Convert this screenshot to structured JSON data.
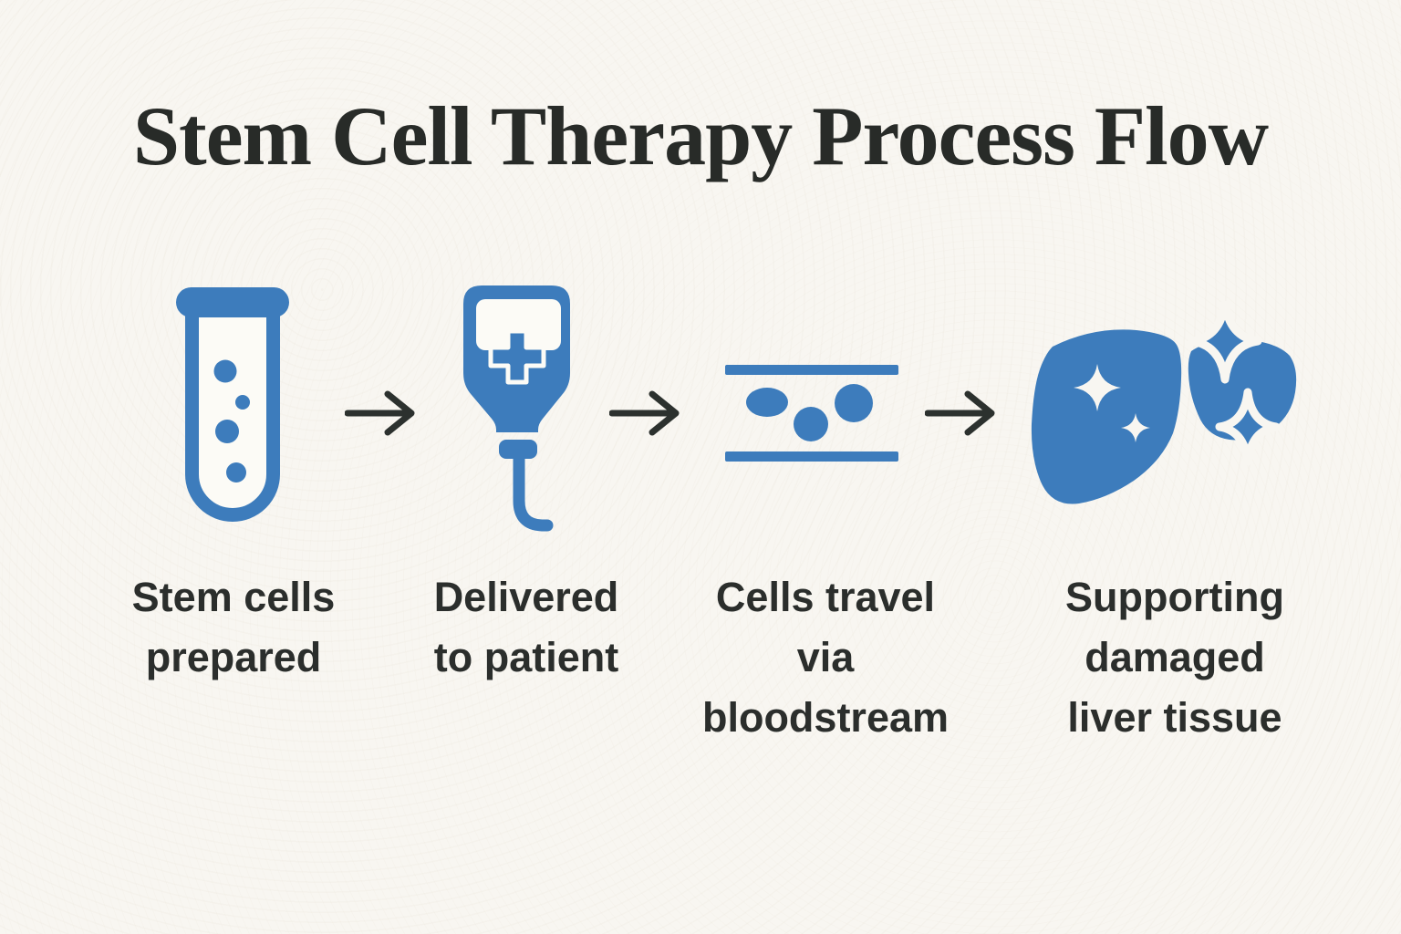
{
  "title": "Stem Cell Therapy Process Flow",
  "colors": {
    "background": "#f8f6f1",
    "accent_blue": "#3d7cbc",
    "title_text": "#282b28",
    "label_text": "#2b2e2c",
    "arrow": "#2c312e"
  },
  "steps": [
    {
      "id": "stem-cells-prepared",
      "icon": "test-tube-icon",
      "label": "Stem cells\nprepared"
    },
    {
      "id": "delivered-to-patient",
      "icon": "iv-bag-icon",
      "label": "Delivered\nto patient"
    },
    {
      "id": "cells-travel",
      "icon": "blood-vessel-icon",
      "label": "Cells travel\nvia\nbloodstream"
    },
    {
      "id": "supporting-liver",
      "icon": "liver-sparkles-icon",
      "label": "Supporting\ndamaged\nliver tissue"
    }
  ],
  "arrows": {
    "glyph": "right-arrow",
    "count": 3
  }
}
